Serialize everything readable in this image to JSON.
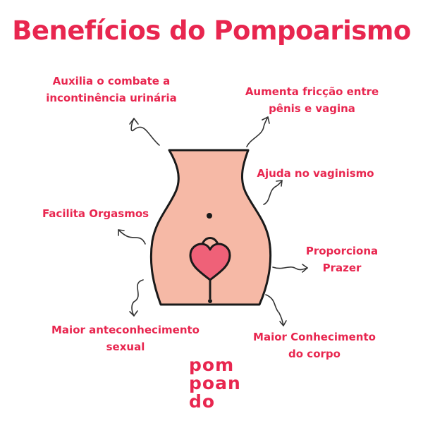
{
  "title": "Benefícios do Pompoarismo",
  "benefits": {
    "b1": {
      "line1": "Auxilia o combate a",
      "line2": "incontinência urinária"
    },
    "b2": {
      "line1": "Aumenta fricção entre",
      "line2": "pênis e vagina"
    },
    "b3": {
      "line1": "Ajuda no vaginismo"
    },
    "b4": {
      "line1": "Facilita Orgasmos"
    },
    "b5": {
      "line1": "Proporciona",
      "line2": "Prazer"
    },
    "b6": {
      "line1": "Maior anteconhecimento",
      "line2": "sexual"
    },
    "b7": {
      "line1": "Maior Conhecimento",
      "line2": "do corpo"
    }
  },
  "logo": {
    "row1": "pom",
    "row2": "poan",
    "row3": "do"
  },
  "colors": {
    "accent": "#e8264f",
    "skin": "#f6b9a6",
    "outline": "#1a1a1a",
    "heart": "#ef6178"
  }
}
